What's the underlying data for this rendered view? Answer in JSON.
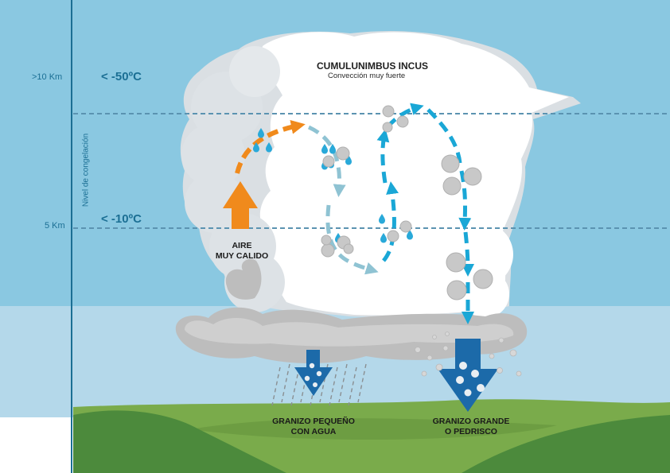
{
  "title": "CUMULUNIMBUS INCUS",
  "subtitle": "Convección muy fuerte",
  "axis": {
    "vertical_label": "Nivel de congelación",
    "levels": [
      {
        "height": ">10 Km",
        "temperature": "< -50ºC"
      },
      {
        "height": "5 Km",
        "temperature": "< -10ºC"
      }
    ]
  },
  "labels": {
    "warm_air_line1": "AIRE",
    "warm_air_line2": "MUY CALIDO",
    "small_hail_line1": "GRANIZO PEQUEÑO",
    "small_hail_line2": "CON AGUA",
    "large_hail_line1": "GRANIZO GRANDE",
    "large_hail_line2": "O PEDRISCO"
  },
  "colors": {
    "sky_upper": "#8ac8e1",
    "sky_lower": "#b4d8ea",
    "cloud": "#ffffff",
    "cloud_shadow": "#d9dde1",
    "cloud_base": "#bcbcbc",
    "warm_arrow": "#f08a1c",
    "circulation": "#1aa7d6",
    "circulation_light": "#8fc3d3",
    "precip_arrow": "#1c6aa9",
    "hail": "#c8c8c8",
    "ground": "#78a84a",
    "hills": "#4d8a3c",
    "level_line": "#5b93b1"
  }
}
